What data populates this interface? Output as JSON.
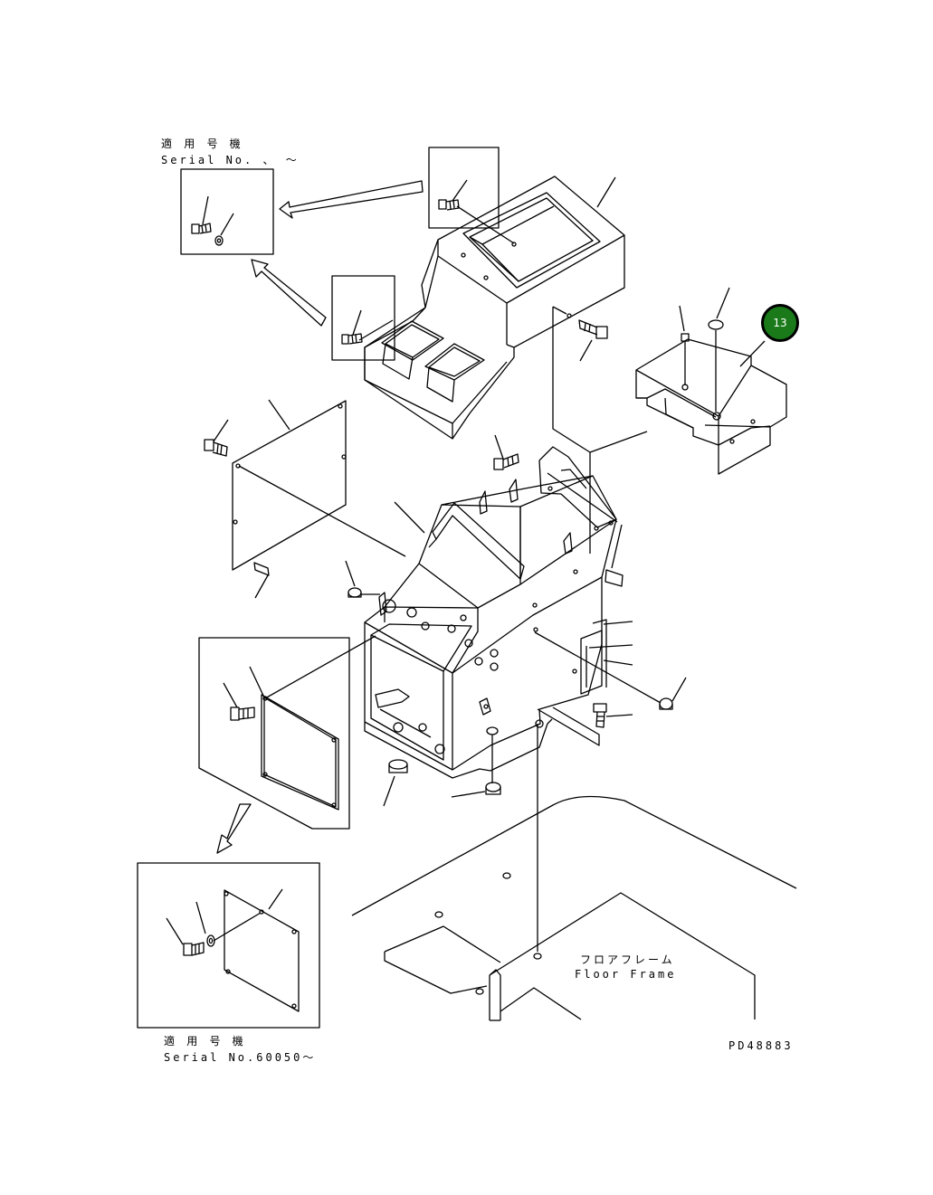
{
  "labels": {
    "serial_top_jp": "適 用 号 機",
    "serial_top_en": "Serial No.  、 〜",
    "serial_bottom_jp": "適 用 号 機",
    "serial_bottom_en": "Serial No.60050〜",
    "floor_frame_jp": "フロアフレーム",
    "floor_frame_en": "Floor Frame",
    "drawing_no": "PD48883"
  },
  "callout": {
    "number": "13",
    "color": "#1a7a1a"
  }
}
